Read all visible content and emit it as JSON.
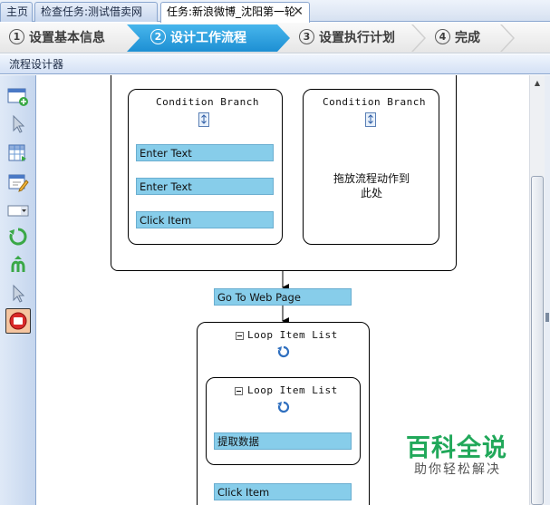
{
  "tabs": [
    {
      "label": "主页"
    },
    {
      "label": "检查任务:测试借卖网"
    },
    {
      "label": "任务:新浪微博_沈阳第一轮",
      "close": "✕"
    }
  ],
  "steps": [
    {
      "num": "1",
      "label": "设置基本信息"
    },
    {
      "num": "2",
      "label": "设计工作流程"
    },
    {
      "num": "3",
      "label": "设置执行计划"
    },
    {
      "num": "4",
      "label": "完成"
    }
  ],
  "section_title": "流程设计器",
  "toolbox": [
    "add-step-icon",
    "pointer-icon",
    "grid-select-icon",
    "edit-form-icon",
    "dropdown-icon",
    "loop-icon",
    "branch-icon",
    "pointer-icon",
    "stop-icon"
  ],
  "workflow": {
    "condition_left": {
      "title": "Condition Branch",
      "actions": [
        "Enter Text",
        "Enter Text",
        "Click Item"
      ]
    },
    "condition_right": {
      "title": "Condition Branch",
      "hint_line1": "拖放流程动作到",
      "hint_line2": "此处"
    },
    "goto_page": "Go To Web Page",
    "outer_loop_title": "Loop Item List",
    "inner_loop_title": "Loop Item List",
    "extract_data": "提取数据",
    "click_item": "Click Item"
  },
  "watermark": {
    "main": "百科全说",
    "sub": "助你轻松解决"
  },
  "colors": {
    "accent": "#1d8fd3",
    "action_fill": "#87cdea",
    "watermark": "#21a85a"
  }
}
